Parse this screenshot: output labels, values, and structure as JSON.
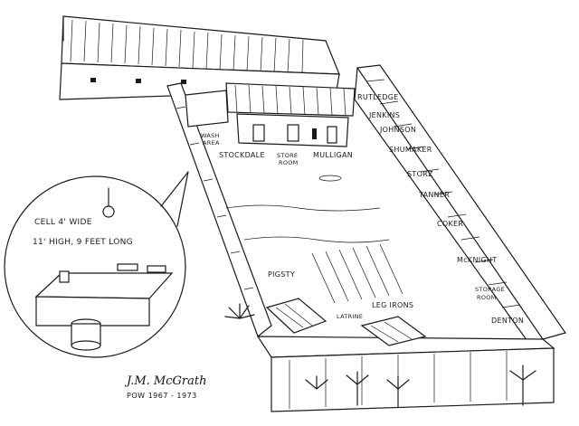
{
  "labels": {
    "wash_area_1": "WASH",
    "wash_area_2": "AREA",
    "stockdale": "STOCKDALE",
    "store_room_1": "STORE",
    "store_room_2": "ROOM",
    "mulligan": "MULLIGAN",
    "rutledge": "RUTLEDGE",
    "jenkins": "JENKINS",
    "johnson": "JOHNSON",
    "shumaker": "SHUMAKER",
    "storz": "STORZ",
    "tanner": "TANNER",
    "coker": "COKER",
    "mcknight": "McKNIGHT",
    "storage_room_1": "STORAGE",
    "storage_room_2": "ROOM",
    "denton": "DENTON",
    "pigsty": "PIGSTY",
    "leg_irons": "LEG IRONS",
    "latrine": "LATRINE",
    "cell_line_1": "CELL 4' WIDE",
    "cell_line_2": "11' HIGH, 9 FEET LONG"
  },
  "signature": {
    "name": "J.M. McGrath",
    "caption": "POW 1967 - 1973"
  }
}
